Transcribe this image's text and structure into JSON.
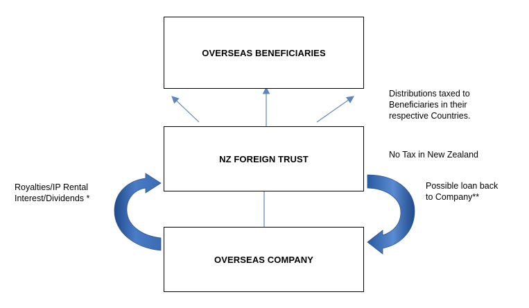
{
  "boxes": {
    "beneficiaries": "OVERSEAS BENEFICIARIES",
    "trust": "NZ FOREIGN TRUST",
    "company": "OVERSEAS COMPANY"
  },
  "notes": {
    "distributions": [
      "Distributions taxed to",
      "Beneficiaries in their",
      "respective Countries."
    ],
    "no_tax": "No Tax in New Zealand",
    "royalties": [
      "Royalties/IP Rental",
      "Interest/Dividends *"
    ],
    "loan": [
      "Possible loan back",
      "to Company**"
    ]
  },
  "colors": {
    "thin_arrow": "#5b86be",
    "curved_arrow_fill": "#3f6fb8",
    "curved_arrow_dark": "#1f4a8a",
    "box_border": "#000000"
  }
}
